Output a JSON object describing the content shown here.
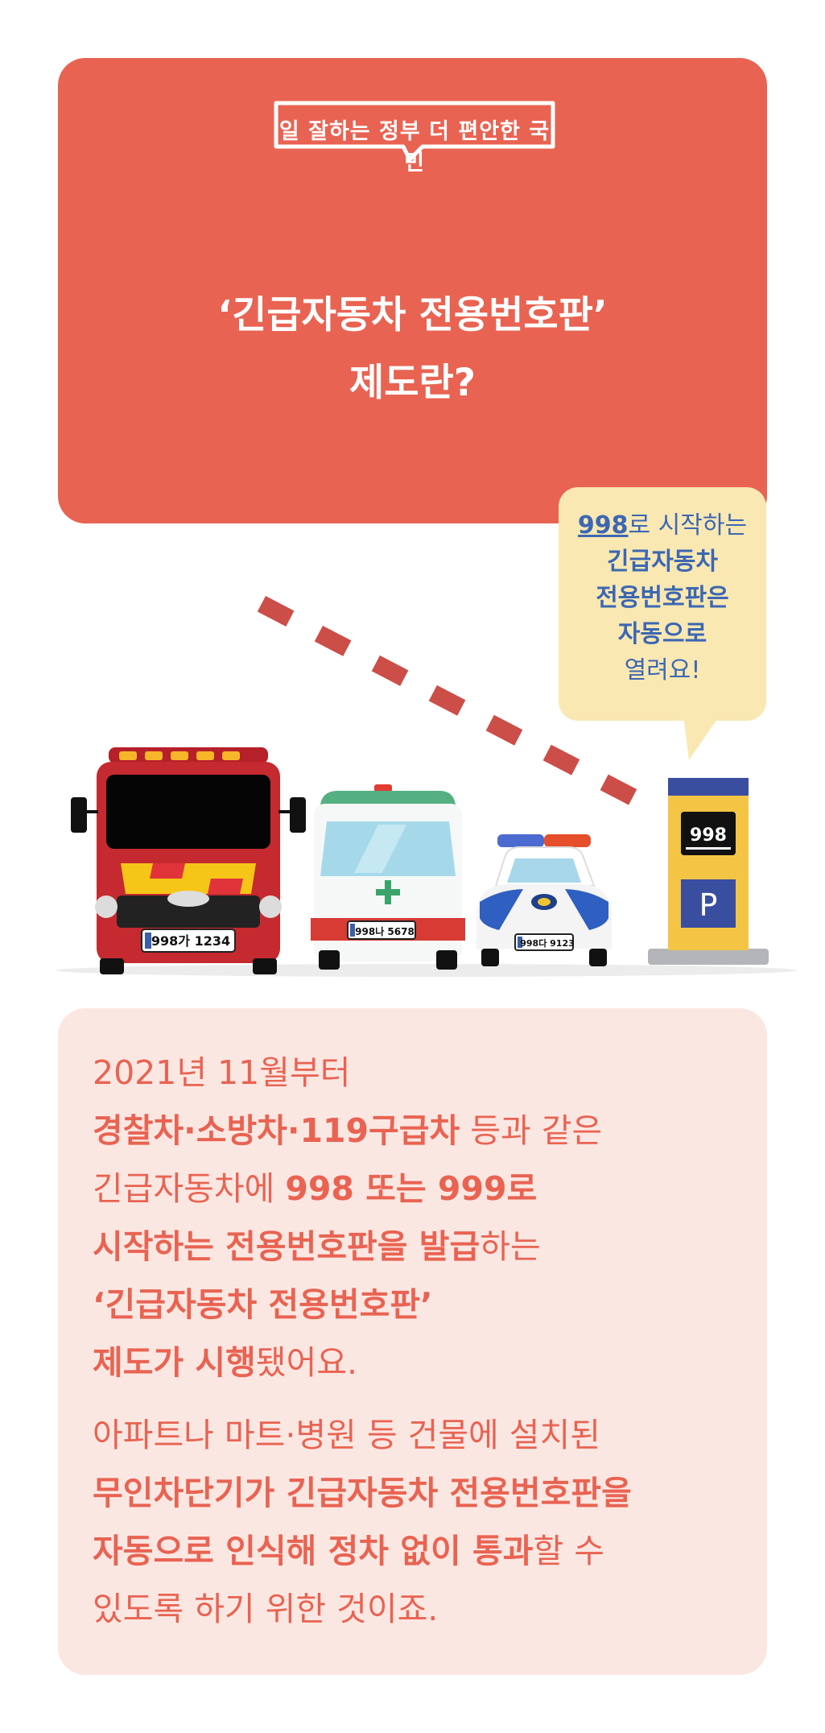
{
  "header": {
    "badge_text": "일 잘하는 정부 더 편안한 국민",
    "title_line1": "‘긴급자동차 전용번호판’",
    "title_line2": "제도란?"
  },
  "callout": {
    "number": "998",
    "line1_rest": "로 시작하는",
    "line2": "긴급자동차",
    "line3": "전용번호판은",
    "line4": "자동으로",
    "line5": "열려요!"
  },
  "vehicles": {
    "fire_truck_plate": "998가 1234",
    "ambulance_plate": "998나 5678",
    "police_car_plate": "998다 9123"
  },
  "gate": {
    "display": "998",
    "parking_sign": "P"
  },
  "body": {
    "p1": {
      "l1": "2021년 11월부터",
      "l2_em": "경찰차·소방차·119구급차",
      "l2_rest": " 등과 같은",
      "l3_pre": "긴급자동차에 ",
      "l3_em": "998 또는 999로",
      "l4_em": "시작하는 전용번호판을 발급",
      "l4_rest": "하는",
      "l5_em": "‘긴급자동차 전용번호판’",
      "l6_em": "제도가 시행",
      "l6_rest": "됐어요."
    },
    "p2": {
      "l1": "아파트나 마트·병원 등 건물에 설치된",
      "l2_em": "무인차단기가 긴급자동차 전용번호판을",
      "l3_em": "자동으로 인식해 정차 없이 통과",
      "l3_rest": "할 수",
      "l4": "있도록 하기 위한 것이죠."
    }
  },
  "colors": {
    "coral": "#e96352",
    "pale_pink": "#fbe7e2",
    "callout_yellow": "#fae8b2",
    "callout_blue": "#3c67b3"
  }
}
